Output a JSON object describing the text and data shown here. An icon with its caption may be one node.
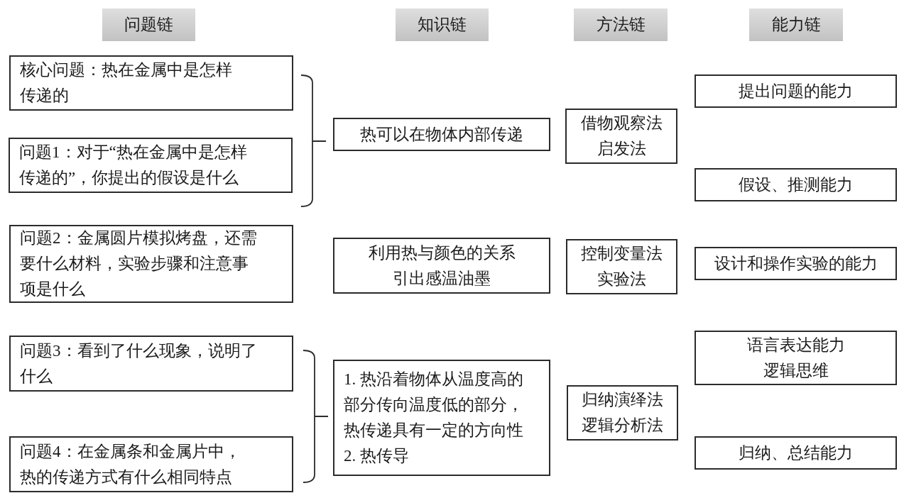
{
  "diagram": {
    "nodes": [
      {
        "text": [
          "问题链"
        ]
      },
      {
        "text": [
          "知识链"
        ]
      },
      {
        "text": [
          "方法链"
        ]
      },
      {
        "text": [
          "能力链"
        ]
      },
      {
        "text": [
          "核心问题：热在金属中是怎样传递的"
        ]
      },
      {
        "text": [
          "问题1：对于“热在金属中是怎样传递的”，你提出的假设是什么"
        ]
      },
      {
        "text": [
          "问题2：金属圆片模拟烤盘，还需要什么材料，实验步骤和注意事项是什么"
        ]
      },
      {
        "text": [
          "问题3：看到了什么现象，说明了什么"
        ]
      },
      {
        "text": [
          "问题4：在金属条和金属片中，热的传递方式有什么相同特点"
        ]
      },
      {
        "text": [
          "热可以在物体内部传递"
        ]
      },
      {
        "text": [
          "利用热与颜色的关系引出感温油墨"
        ]
      },
      {
        "text": [
          "1. 热沿着物体从温度高的部分传向温度低的部分，热传递具有一定的方向性",
          "2. 热传导"
        ]
      },
      {
        "text": [
          "借物观察法",
          "启发法"
        ]
      },
      {
        "text": [
          "控制变量法",
          "实验法"
        ]
      },
      {
        "text": [
          "归纳演绎法",
          "逻辑分析法"
        ]
      },
      {
        "text": [
          "提出问题的能力"
        ]
      },
      {
        "text": [
          "假设、推测能力"
        ]
      },
      {
        "text": [
          "设计和操作实验的能力"
        ]
      },
      {
        "text": [
          "语言表达能力",
          "逻辑思维"
        ]
      },
      {
        "text": [
          "归纳、总结能力"
        ]
      }
    ]
  }
}
